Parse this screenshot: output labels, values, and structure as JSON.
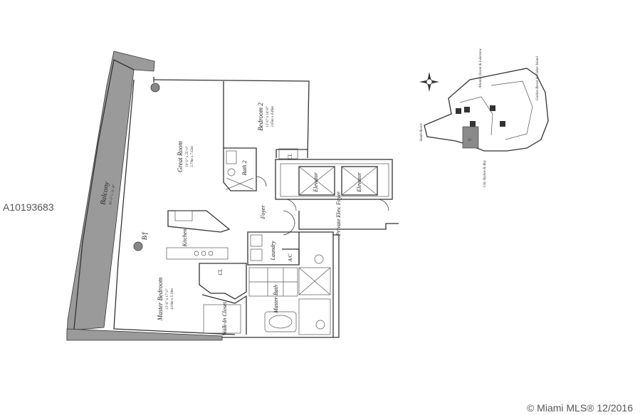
{
  "watermark_id": "A10193683",
  "copyright": "© Miami MLS® 12/2016",
  "rooms": {
    "balcony": {
      "name": "Balcony",
      "dims": "85'-5\" x 11'-8\""
    },
    "great_room": {
      "name": "Great Room",
      "dims": "19'-0\" x 25'-0\"",
      "metric": "5.79m x 7.62m"
    },
    "bedroom2": {
      "name": "Bedroom 2",
      "dims": "12'-0\" x 14'-8\"",
      "metric": "3.65m x 4.46m"
    },
    "bath2": {
      "name": "Bath 2"
    },
    "cl_top": {
      "name": "Cl."
    },
    "elevator_left": {
      "name": "Elevator"
    },
    "elevator_right": {
      "name": "Elevator"
    },
    "foyer": {
      "name": "Foyer"
    },
    "private_foyer": {
      "name": "Private Elev. Foyer"
    },
    "bf": {
      "name": "B/f"
    },
    "kitchen": {
      "name": "Kitchen"
    },
    "laundry": {
      "name": "Laundry"
    },
    "ac": {
      "name": "A/C"
    },
    "cl_master": {
      "name": "Cl."
    },
    "master_bath": {
      "name": "Master Bath"
    },
    "walkin": {
      "name": "Walk-In Closet"
    },
    "master_bedroom": {
      "name": "Master Bedroom",
      "dims": "13'-6\" x 17'-0\"",
      "metric": "4.09m x 5.18m"
    }
  },
  "key_plan": {
    "labels": {
      "north": "Atlantic Ocean & Lakeview",
      "east": "Golden Beach & Fisher Island",
      "west": "South Beach",
      "south": "City Skyline & Bay"
    },
    "unit_number": "01"
  }
}
